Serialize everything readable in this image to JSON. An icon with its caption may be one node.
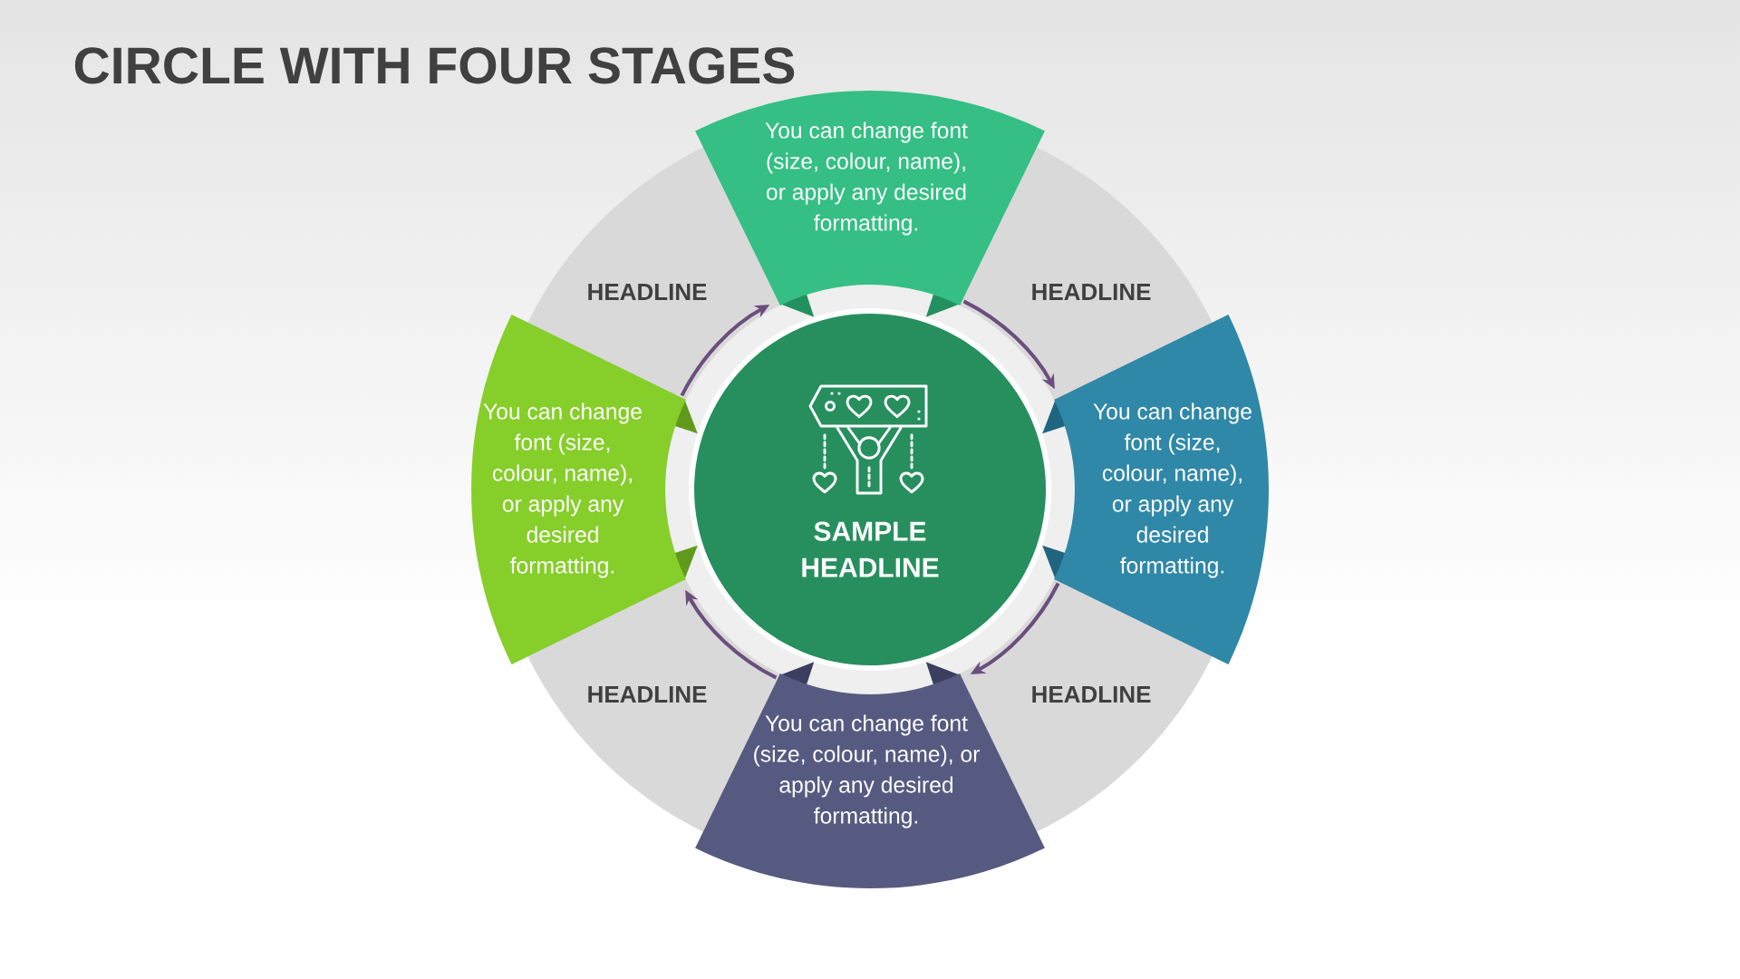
{
  "diagram": {
    "title": "CIRCLE WITH FOUR STAGES",
    "nodes": [
      {
        "text": [
          "You can change font (size, colour, name), or apply any desired formatting."
        ]
      },
      {
        "text": [
          "You can change font (size, colour, name), or apply any desired formatting."
        ]
      },
      {
        "text": [
          "SAMPLE HEADLINE"
        ]
      },
      {
        "text": [
          "You can change font (size, colour, name), or apply any desired formatting."
        ]
      },
      {
        "text": [
          "You can change font (size, colour, name), or apply any desired formatting."
        ]
      }
    ],
    "edges": [
      {
        "from": 0,
        "to": 3,
        "arrow": "to"
      },
      {
        "from": 3,
        "to": 4,
        "arrow": "to"
      },
      {
        "from": 4,
        "to": 1,
        "arrow": "to"
      },
      {
        "from": 1,
        "to": 0,
        "arrow": "to"
      }
    ],
    "labels": [
      "HEADLINE",
      "HEADLINE",
      "HEADLINE",
      "HEADLINE"
    ]
  }
}
